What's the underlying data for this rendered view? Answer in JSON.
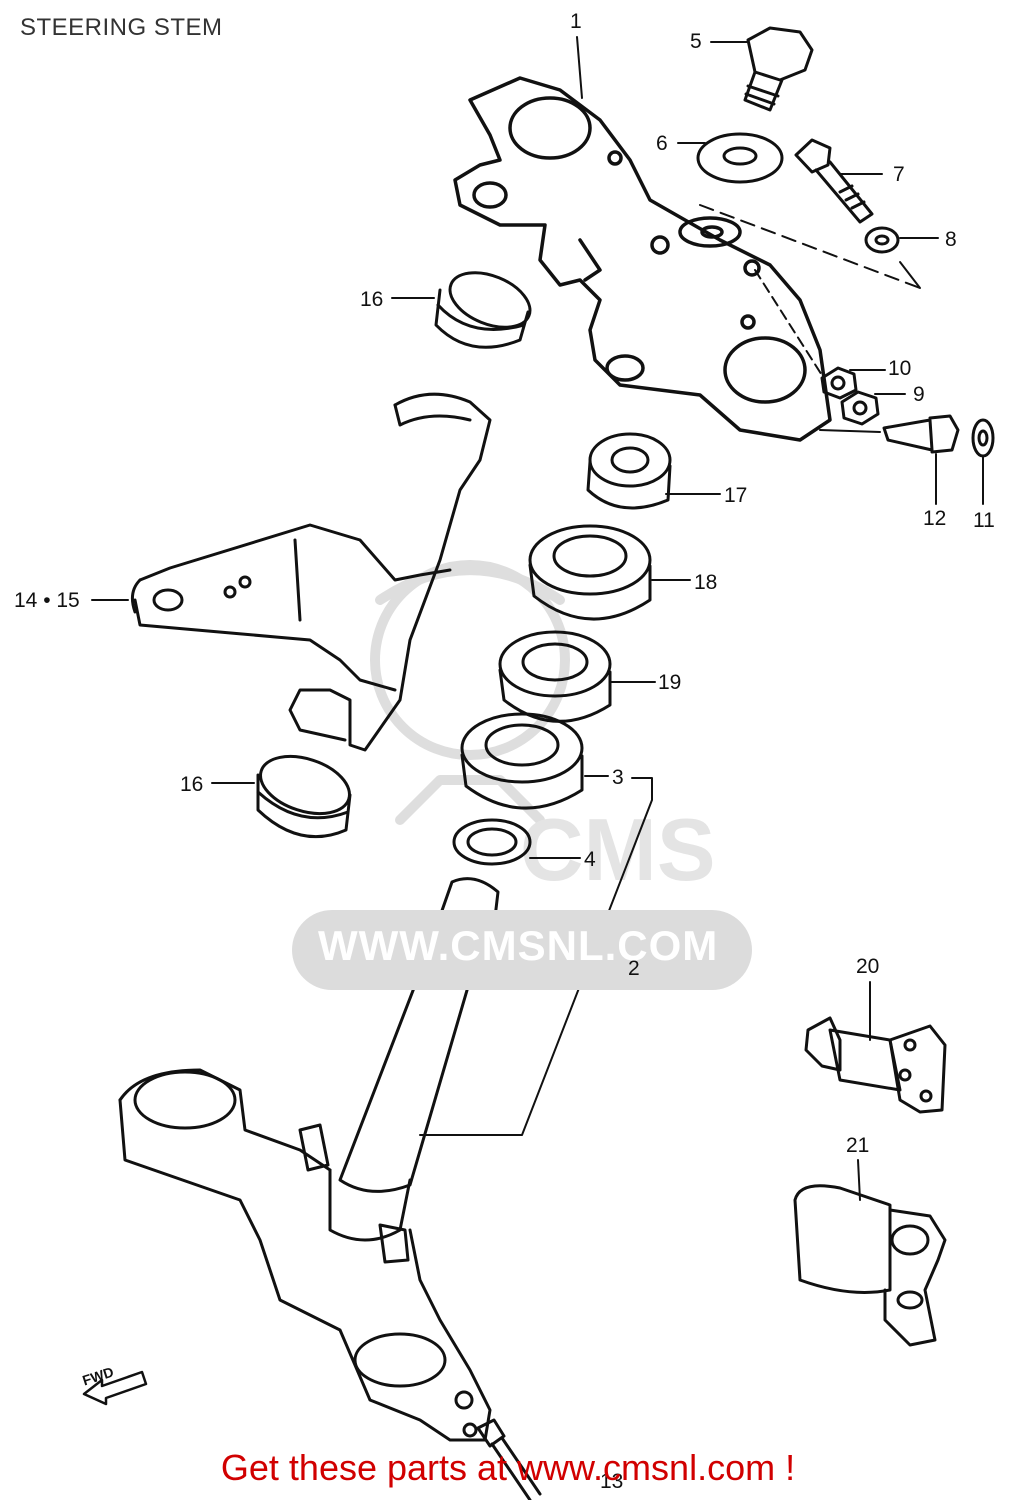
{
  "diagram_title": "STEERING STEM",
  "footer_text": "Get these parts at www.cmsnl.com !",
  "watermark_text": "WWW.CMSNL.COM",
  "watermark_logo": "CMS",
  "direction_label": "FWD",
  "part_labels": {
    "p1": "1",
    "p2": "2",
    "p3": "3",
    "p4": "4",
    "p5": "5",
    "p6": "6",
    "p7": "7",
    "p8": "8",
    "p9": "9",
    "p10": "10",
    "p11": "11",
    "p12": "12",
    "p13": "13",
    "p14_15": "14 • 15",
    "p16a": "16",
    "p16b": "16",
    "p17": "17",
    "p18": "18",
    "p19": "19",
    "p20": "20",
    "p21": "21"
  },
  "colors": {
    "line": "#111111",
    "footer": "#d10000",
    "watermark": "#dcdcdc"
  }
}
